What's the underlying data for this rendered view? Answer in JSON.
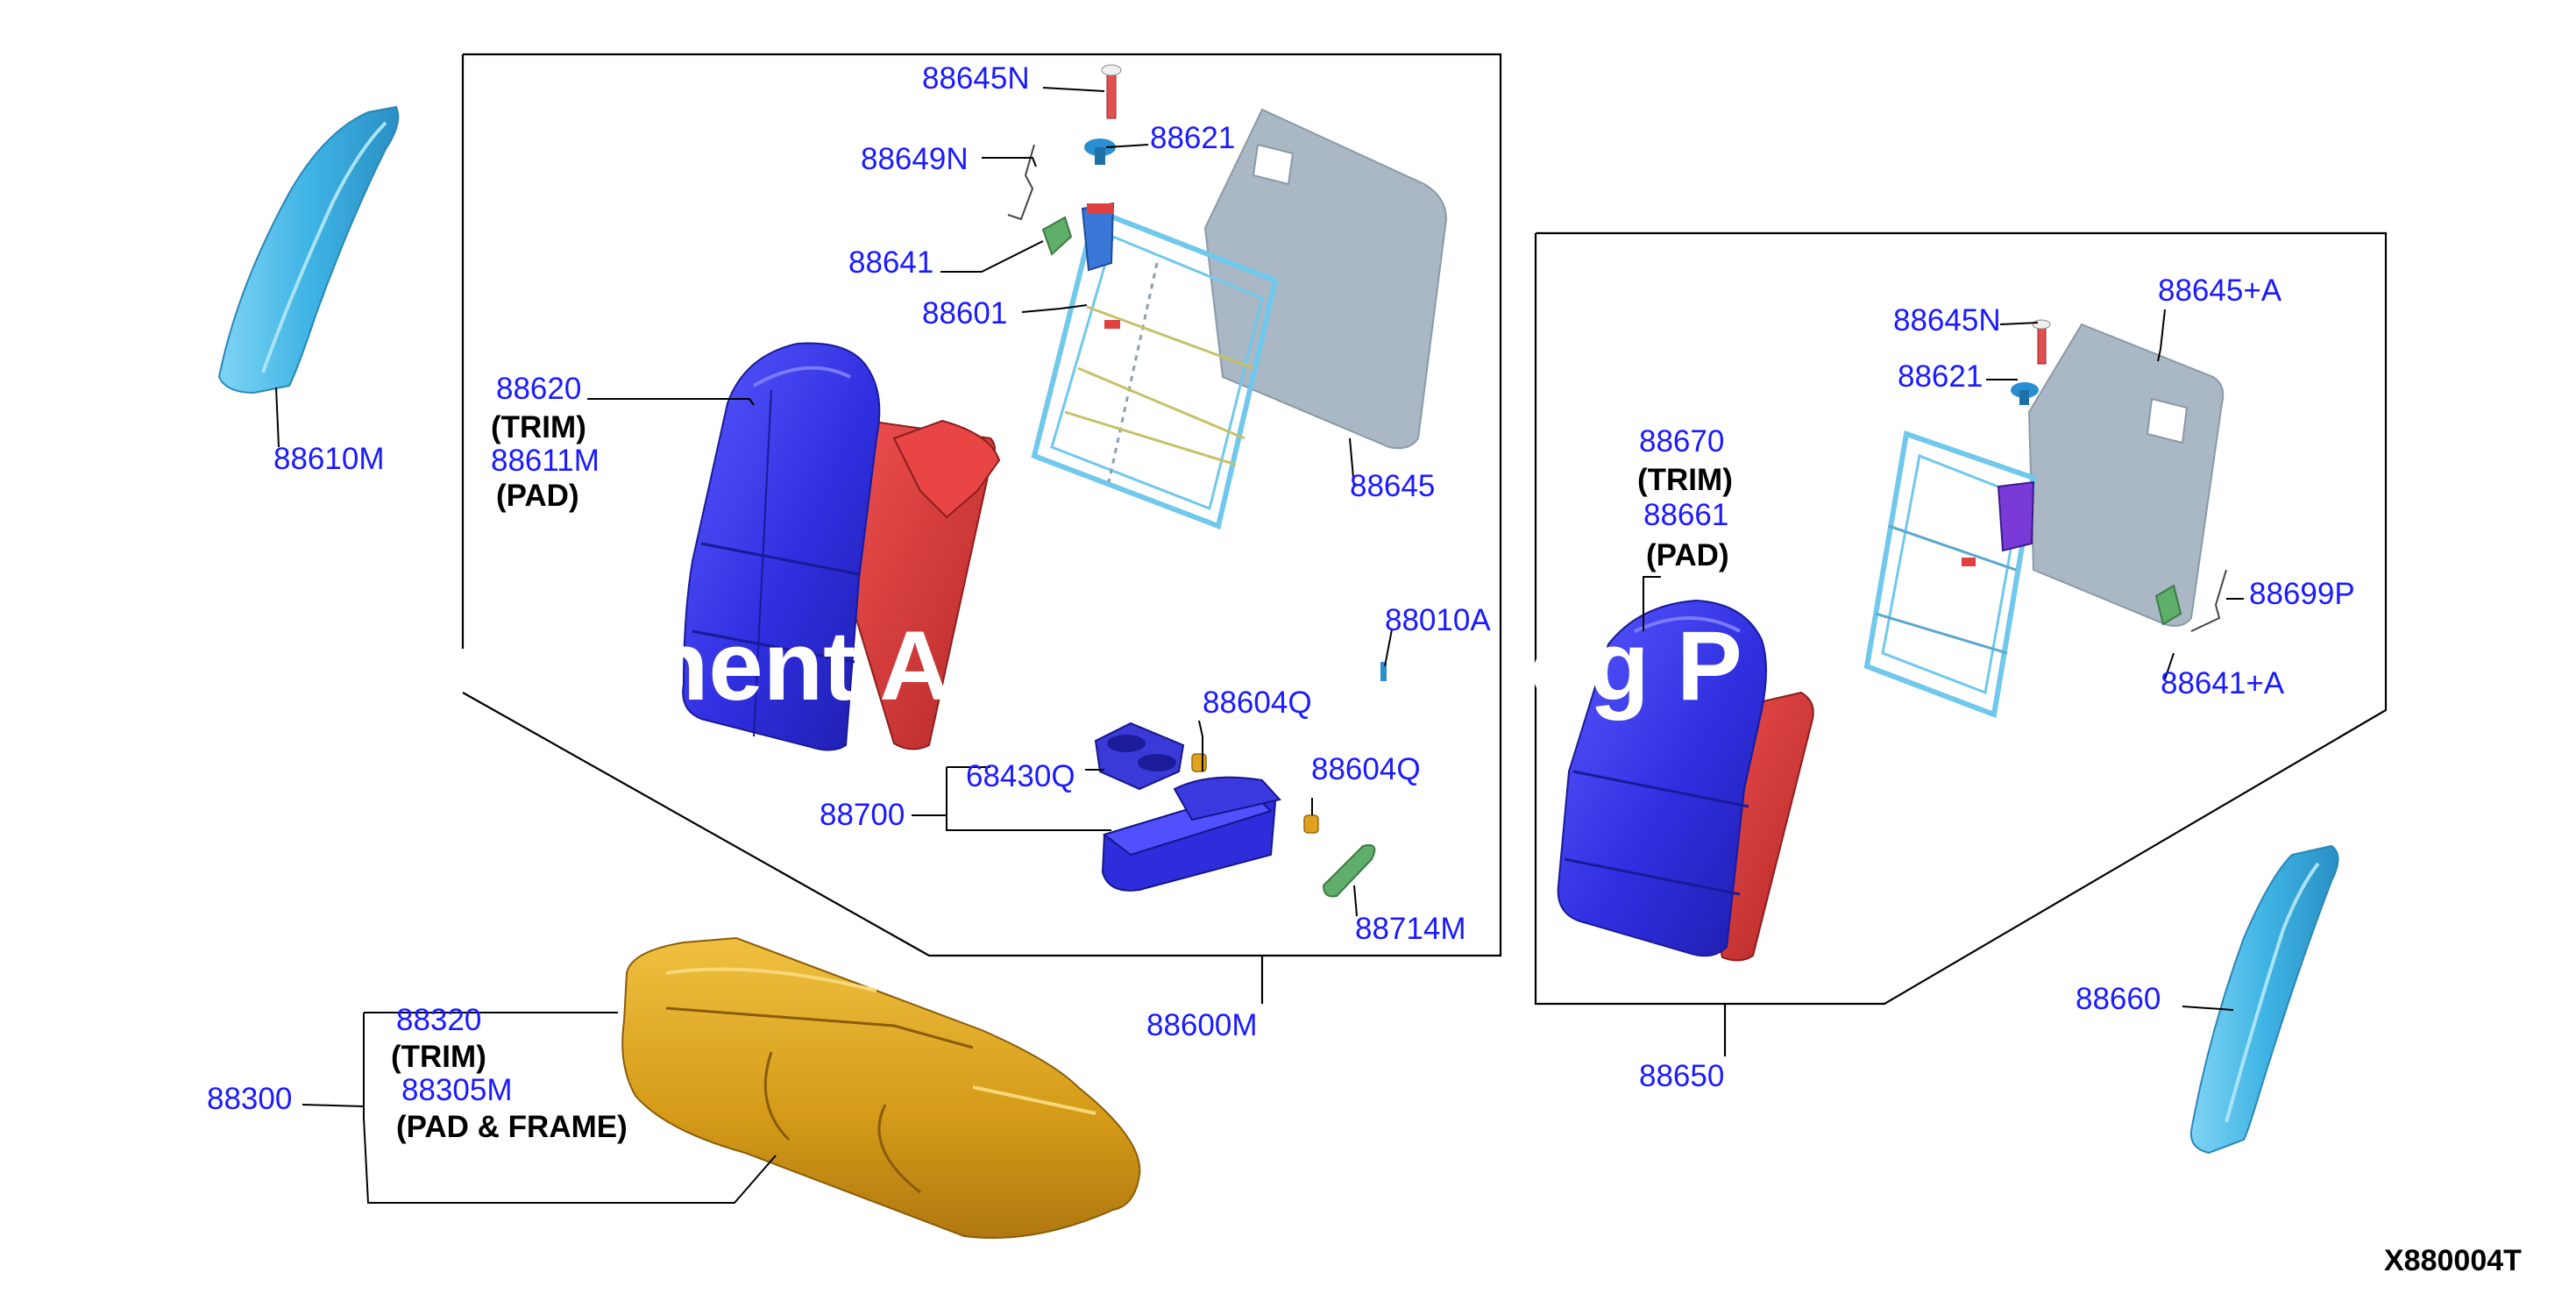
{
  "diagram_code": "X880004T",
  "watermark": {
    "left_text": "nent A",
    "right_text": "og P"
  },
  "colors": {
    "label": "#1a1aff",
    "trim": "#3535e0",
    "side_trim": "#cc3333",
    "seat_cushion": "#d9a020",
    "side_bolster": "#3fb4e4",
    "frame": "#70c8ec",
    "back_board": "#a9b8c4",
    "bracket": "#5fae6a",
    "bolt": "#e05050",
    "clip": "#2a8fd0",
    "cup_holder": "#3a3ad8",
    "plug": "#e0a020"
  },
  "callouts": [
    {
      "id": "88645N-left",
      "text": "88645N"
    },
    {
      "id": "88649N",
      "text": "88649N"
    },
    {
      "id": "88621-left",
      "text": "88621"
    },
    {
      "id": "88641",
      "text": "88641"
    },
    {
      "id": "88601",
      "text": "88601"
    },
    {
      "id": "88620",
      "text": "88620"
    },
    {
      "id": "88611M",
      "text": "88611M"
    },
    {
      "id": "88610M",
      "text": "88610M"
    },
    {
      "id": "88645",
      "text": "88645"
    },
    {
      "id": "88010A",
      "text": "88010A"
    },
    {
      "id": "88604Q-top",
      "text": "88604Q"
    },
    {
      "id": "68430Q",
      "text": "68430Q"
    },
    {
      "id": "88604Q-right",
      "text": "88604Q"
    },
    {
      "id": "88700",
      "text": "88700"
    },
    {
      "id": "88714M",
      "text": "88714M"
    },
    {
      "id": "88600M",
      "text": "88600M"
    },
    {
      "id": "88320",
      "text": "88320"
    },
    {
      "id": "88305M",
      "text": "88305M"
    },
    {
      "id": "88300",
      "text": "88300"
    },
    {
      "id": "88645N-right",
      "text": "88645N"
    },
    {
      "id": "88645+A",
      "text": "88645+A"
    },
    {
      "id": "88621-right",
      "text": "88621"
    },
    {
      "id": "88670",
      "text": "88670"
    },
    {
      "id": "88661",
      "text": "88661"
    },
    {
      "id": "88699P",
      "text": "88699P"
    },
    {
      "id": "88641+A",
      "text": "88641+A"
    },
    {
      "id": "88650",
      "text": "88650"
    },
    {
      "id": "88660",
      "text": "88660"
    }
  ],
  "notes": {
    "trim": "(TRIM)",
    "pad": "(PAD)",
    "pad_frame": "(PAD & FRAME)"
  }
}
